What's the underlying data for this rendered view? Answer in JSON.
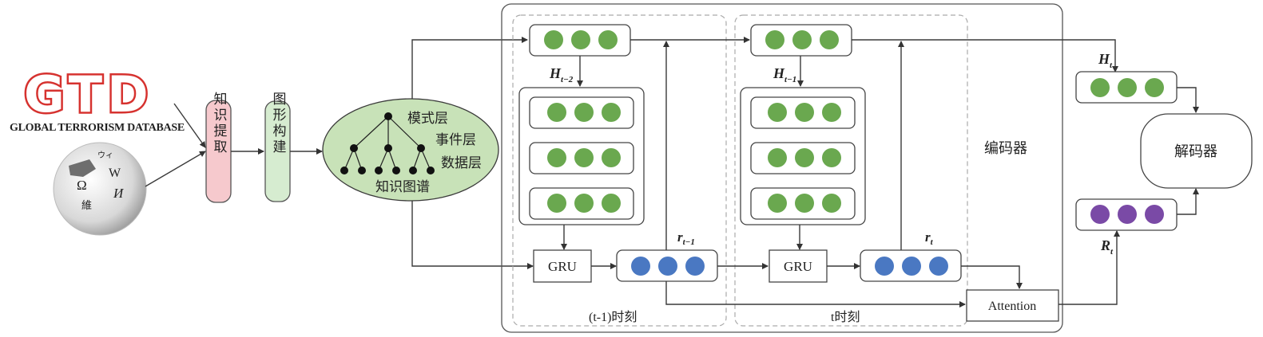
{
  "sources": {
    "gtd_logo": "GTD",
    "gtd_caption": "GLOBAL TERRORISM DATABASE",
    "wiki_glyphs": [
      "W",
      "Ω",
      "И",
      "維",
      "ウィ"
    ]
  },
  "pipeline": {
    "extract_label": "知识提取",
    "build_label": "图形构建",
    "kg": {
      "label": "知识图谱",
      "layers": [
        "模式层",
        "事件层",
        "数据层"
      ]
    }
  },
  "encoder": {
    "label": "编码器",
    "step1": {
      "caption": "(t-1)时刻",
      "h_label": "H",
      "h_sub": "t−2",
      "r_label": "r",
      "r_sub": "t−1",
      "gru": "GRU"
    },
    "step2": {
      "caption": "t时刻",
      "h_label": "H",
      "h_sub": "t−1",
      "r_label": "r",
      "r_sub": "t",
      "gru": "GRU"
    },
    "attention": "Attention"
  },
  "outputs": {
    "h_label": "H",
    "h_sub": "t",
    "r_label": "R",
    "r_sub": "t"
  },
  "decoder": {
    "label": "解码器"
  },
  "colors": {
    "green_node": "#6aa84f",
    "blue_node": "#4a78c2",
    "purple_node": "#7a4aa6",
    "extract_fill": "#f6c9cd",
    "build_fill": "#d6ecd0",
    "kg_fill": "#c8e2b8",
    "gtd_red": "#d6322f"
  }
}
